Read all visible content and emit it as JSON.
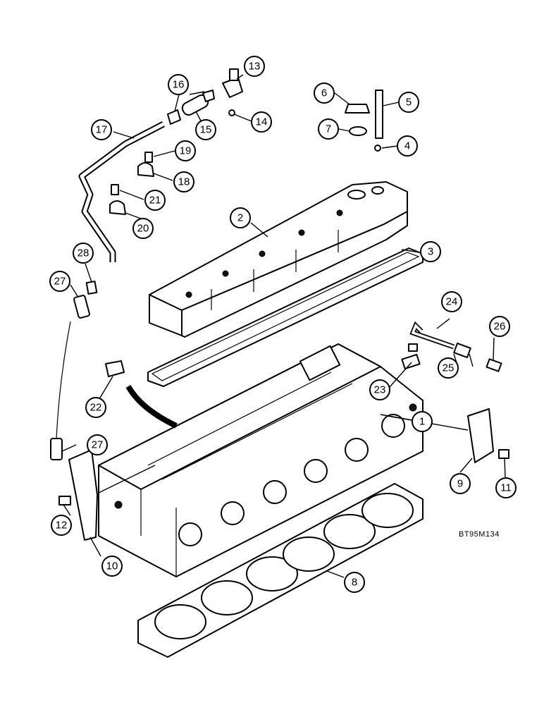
{
  "figure": {
    "reference_code": "BT95M134"
  },
  "callouts": [
    "1",
    "2",
    "3",
    "4",
    "5",
    "6",
    "7",
    "8",
    "9",
    "10",
    "11",
    "12",
    "13",
    "14",
    "15",
    "16",
    "17",
    "18",
    "19",
    "20",
    "21",
    "22",
    "23",
    "24",
    "25",
    "26",
    "27",
    "28"
  ]
}
